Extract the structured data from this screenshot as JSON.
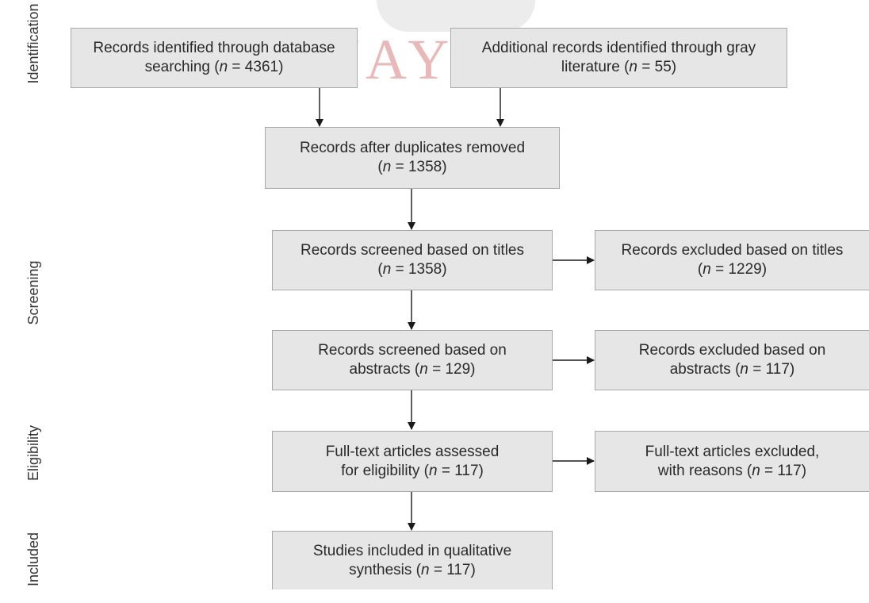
{
  "watermark": {
    "text": "JAYPEE"
  },
  "stages": {
    "identification": "Identification",
    "screening": "Screening",
    "eligibility": "Eligibility",
    "included": "Included"
  },
  "boxes": {
    "database": {
      "line1": "Records identified through database",
      "line2_pre": "searching (",
      "n_symbol": "n",
      "line2_post": " = 4361)"
    },
    "gray_literature": {
      "line1": "Additional records identified through gray",
      "line2_pre": "literature (",
      "n_symbol": "n",
      "line2_post": " = 55)"
    },
    "duplicates_removed": {
      "line1": "Records after duplicates removed",
      "line2_pre": "(",
      "n_symbol": "n",
      "line2_post": " = 1358)"
    },
    "screened_titles": {
      "line1": "Records screened based on titles",
      "line2_pre": "(",
      "n_symbol": "n",
      "line2_post": " = 1358)"
    },
    "excluded_titles": {
      "line1": "Records excluded based on titles",
      "line2_pre": "(",
      "n_symbol": "n",
      "line2_post": " = 1229)"
    },
    "screened_abstracts": {
      "line1": "Records screened based on",
      "line2_pre": "abstracts (",
      "n_symbol": "n",
      "line2_post": " = 129)"
    },
    "excluded_abstracts": {
      "line1": "Records excluded based on",
      "line2_pre": "abstracts (",
      "n_symbol": "n",
      "line2_post": " = 117)"
    },
    "fulltext_assessed": {
      "line1": "Full-text articles assessed",
      "line2_pre": "for eligibility (",
      "n_symbol": "n",
      "line2_post": " = 117)"
    },
    "fulltext_excluded": {
      "line1": "Full-text articles excluded,",
      "line2_pre": "with reasons (",
      "n_symbol": "n",
      "line2_post": " = 117)"
    },
    "included_qualitative": {
      "line1": "Studies included in qualitative",
      "line2_pre": "synthesis (",
      "n_symbol": "n",
      "line2_post": " = 117)"
    }
  }
}
